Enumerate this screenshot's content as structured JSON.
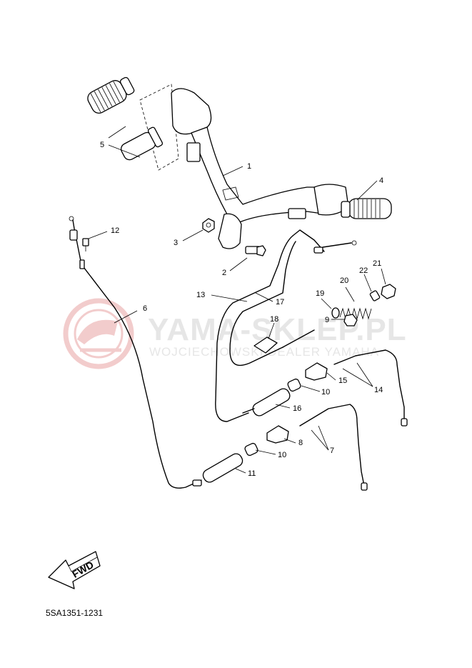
{
  "watermark": {
    "main": "YAMA-SKLEP.PL",
    "sub": "WOJCIECHOWSKI DEALER YAMAHA",
    "color": "#e9a3a3"
  },
  "callouts": [
    "1",
    "2",
    "3",
    "4",
    "5",
    "6",
    "7",
    "8",
    "9",
    "10",
    "10",
    "11",
    "12",
    "13",
    "14",
    "15",
    "16",
    "17",
    "18",
    "19",
    "20",
    "21",
    "22"
  ],
  "fwd_label": "FWD",
  "diagram_code": "5SA1351-1231"
}
